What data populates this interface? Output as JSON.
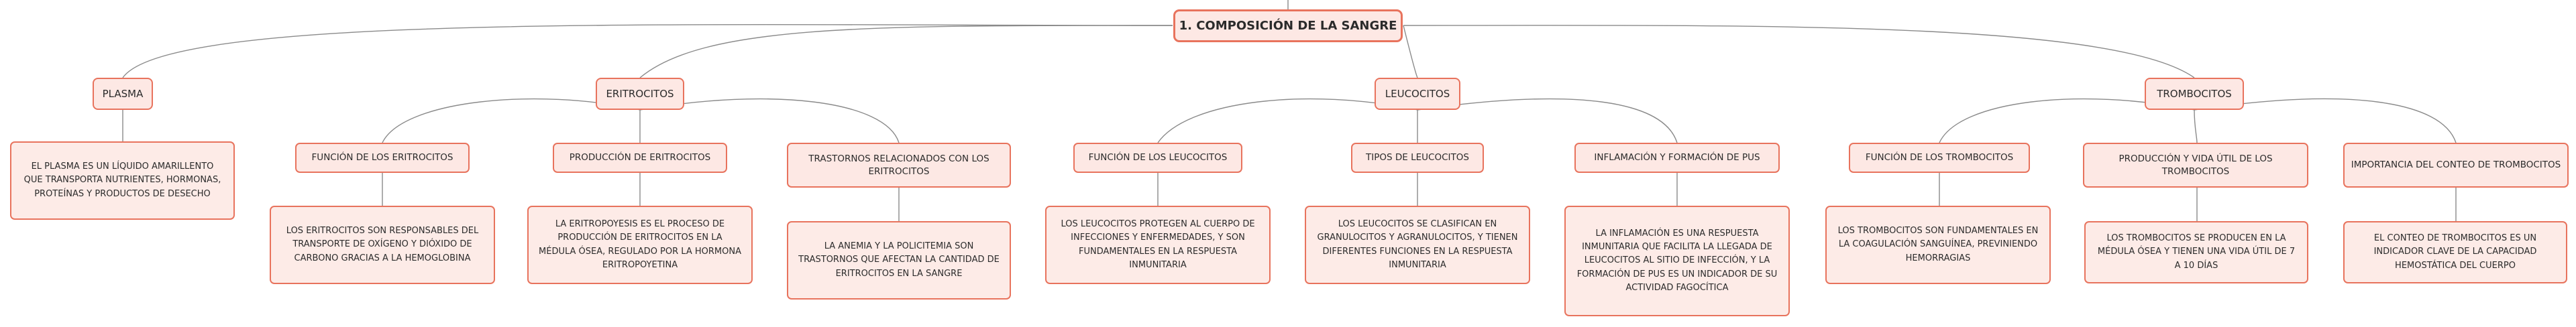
{
  "root": {
    "label": "1. COMPOSICIÓN DE LA SANGRE"
  },
  "plasma": {
    "label": "PLASMA",
    "desc": "EL PLASMA ES UN LÍQUIDO AMARILLENTO QUE TRANSPORTA NUTRIENTES, HORMONAS, PROTEÍNAS Y PRODUCTOS DE DESECHO"
  },
  "eritrocitos": {
    "label": "ERITROCITOS",
    "topics": [
      {
        "label": "FUNCIÓN DE LOS ERITROCITOS",
        "desc": "LOS ERITROCITOS SON RESPONSABLES DEL TRANSPORTE DE OXÍGENO Y DIÓXIDO DE CARBONO GRACIAS A LA HEMOGLOBINA"
      },
      {
        "label": "PRODUCCIÓN DE ERITROCITOS",
        "desc": "LA ERITROPOYESIS ES EL PROCESO DE PRODUCCIÓN DE ERITROCITOS EN LA MÉDULA ÓSEA, REGULADO POR LA HORMONA ERITROPOYETINA"
      },
      {
        "label": "TRASTORNOS RELACIONADOS CON LOS ERITROCITOS",
        "desc": "LA ANEMIA Y LA POLICITEMIA SON TRASTORNOS QUE AFECTAN LA CANTIDAD DE ERITROCITOS EN LA SANGRE"
      }
    ]
  },
  "leucocitos": {
    "label": "LEUCOCITOS",
    "topics": [
      {
        "label": "FUNCIÓN DE LOS LEUCOCITOS",
        "desc": "LOS LEUCOCITOS PROTEGEN AL CUERPO DE INFECCIONES Y ENFERMEDADES, Y SON FUNDAMENTALES EN LA RESPUESTA INMUNITARIA"
      },
      {
        "label": "TIPOS DE LEUCOCITOS",
        "desc": "LOS LEUCOCITOS SE CLASIFICAN EN GRANULOCITOS Y AGRANULOCITOS, Y TIENEN DIFERENTES FUNCIONES EN LA RESPUESTA INMUNITARIA"
      },
      {
        "label": "INFLAMACIÓN Y FORMACIÓN DE PUS",
        "desc": "LA INFLAMACIÓN ES UNA RESPUESTA INMUNITARIA QUE FACILITA LA LLEGADA DE LEUCOCITOS AL SITIO DE INFECCIÓN, Y LA FORMACIÓN DE PUS ES UN INDICADOR DE SU ACTIVIDAD FAGOCÍTICA"
      }
    ]
  },
  "trombocitos": {
    "label": "TROMBOCITOS",
    "topics": [
      {
        "label": "FUNCIÓN DE LOS TROMBOCITOS",
        "desc": "LOS TROMBOCITOS SON FUNDAMENTALES EN LA COAGULACIÓN SANGUÍNEA, PREVINIENDO HEMORRAGIAS"
      },
      {
        "label": "PRODUCCIÓN Y VIDA ÚTIL DE LOS TROMBOCITOS",
        "desc": "LOS TROMBOCITOS SE PRODUCEN EN LA MÉDULA ÓSEA Y TIENEN UNA VIDA ÚTIL DE 7 A 10 DÍAS"
      },
      {
        "label": "IMPORTANCIA DEL CONTEO DE TROMBOCITOS",
        "desc": "EL CONTEO DE TROMBOCITOS ES UN INDICADOR CLAVE DE LA CAPACIDAD HEMOSTÁTICA DEL CUERPO"
      }
    ]
  }
}
